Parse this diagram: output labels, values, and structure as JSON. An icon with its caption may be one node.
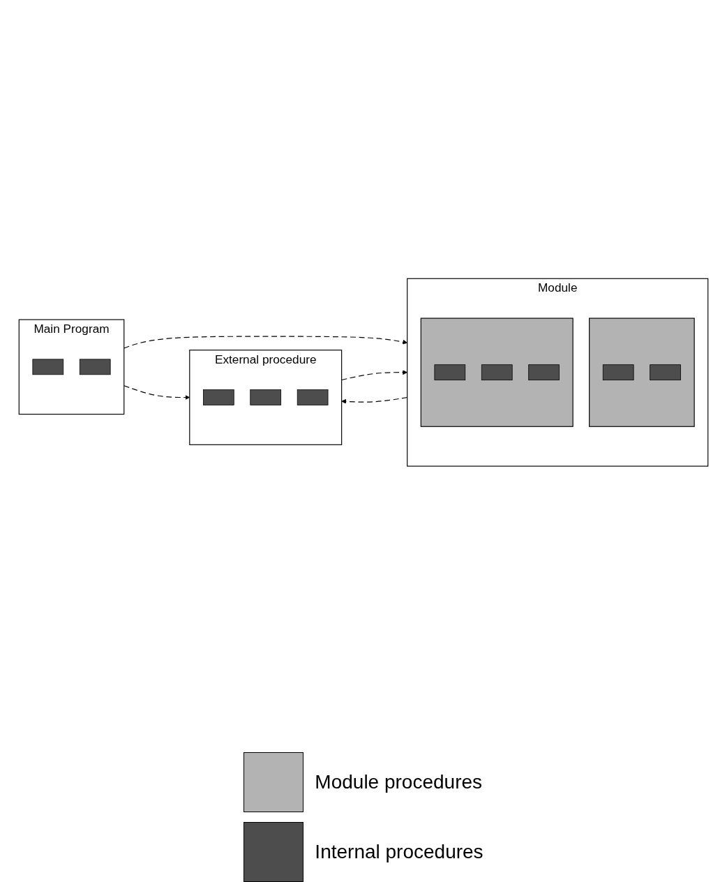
{
  "diagram": {
    "nodes": [
      {
        "text": [
          "Main Program"
        ]
      },
      {
        "text": [],
        "shape": "box",
        "in": 0
      },
      {
        "text": [],
        "shape": "box",
        "in": 0
      },
      {
        "text": [
          "Module"
        ]
      },
      {
        "text": [],
        "shape": "box",
        "in": 3
      },
      {
        "text": [],
        "shape": "box",
        "in": 4
      },
      {
        "text": [],
        "shape": "box",
        "in": 4
      },
      {
        "text": [],
        "shape": "box",
        "in": 3
      },
      {
        "text": [],
        "shape": "box",
        "in": 7
      },
      {
        "text": [],
        "shape": "box",
        "in": 7
      },
      {
        "text": [],
        "shape": "box",
        "in": 7
      },
      {
        "text": [
          "External procedure"
        ]
      },
      {
        "text": [],
        "shape": "box",
        "in": 11
      },
      {
        "text": [],
        "shape": "box",
        "in": 11
      },
      {
        "text": [],
        "shape": "box",
        "in": 11
      }
    ],
    "edges": [
      {
        "from": 0,
        "to": 3,
        "arrow": "to",
        "style": "dashed"
      },
      {
        "from": 0,
        "to": 11,
        "arrow": "to",
        "style": "dashed"
      },
      {
        "from": 3,
        "to": 11,
        "arrow": "to",
        "style": "dashed"
      },
      {
        "from": 11,
        "to": 3,
        "arrow": "to",
        "style": "dashed"
      }
    ],
    "legend": [
      {
        "text": "Module procedures",
        "color": "#b3b3b3"
      },
      {
        "text": "Internal procedures",
        "color": "#4d4d4d"
      }
    ]
  }
}
